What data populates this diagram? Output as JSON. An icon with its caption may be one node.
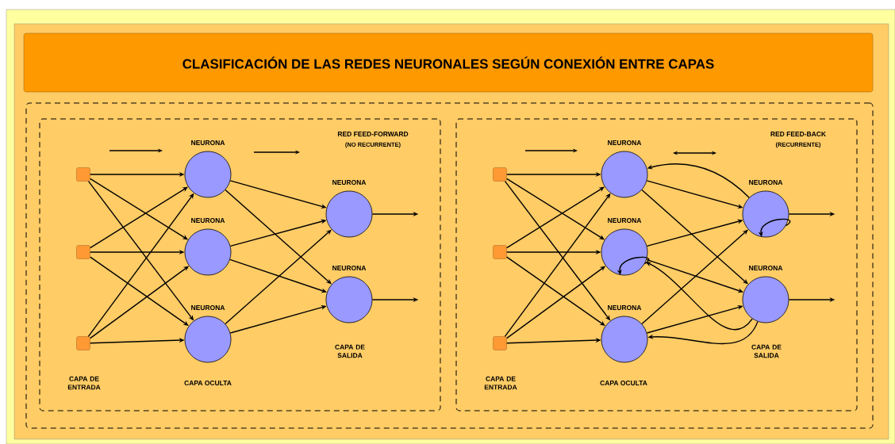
{
  "diagram": {
    "title": "CLASIFICACIÓN DE LAS REDES NEURONALES SEGÚN CONEXIÓN ENTRE CAPAS",
    "nodes": [
      {
        "text": [],
        "shape": "box"
      },
      {
        "text": [],
        "shape": "box",
        "in": 0
      },
      {
        "text": [],
        "shape": "box",
        "in": 1
      },
      {
        "text": [],
        "shape": "box",
        "in": 1
      },
      {
        "text": [],
        "shape": "box",
        "in": 1
      },
      {
        "text": [
          "NEURONA"
        ],
        "in": 1
      },
      {
        "text": [
          "NEURONA"
        ],
        "in": 1
      },
      {
        "text": [
          "NEURONA"
        ],
        "in": 1
      },
      {
        "text": [
          "NEURONA"
        ],
        "in": 1
      },
      {
        "text": [
          "NEURONA"
        ],
        "in": 1
      },
      {
        "text": [],
        "shape": "box",
        "in": 0
      },
      {
        "text": [],
        "shape": "box",
        "in": 10
      },
      {
        "text": [],
        "shape": "box",
        "in": 10
      },
      {
        "text": [],
        "shape": "box",
        "in": 10
      },
      {
        "text": [
          "NEURONA"
        ],
        "in": 10
      },
      {
        "text": [
          "NEURONA"
        ],
        "in": 10
      },
      {
        "text": [
          "NEURONA"
        ],
        "in": 10
      },
      {
        "text": [
          "NEURONA"
        ],
        "in": 10
      },
      {
        "text": [
          "NEURONA"
        ],
        "in": 10
      }
    ],
    "edges": [
      {
        "from": 2,
        "to": 5,
        "arrow": "to"
      },
      {
        "from": 2,
        "to": 6,
        "arrow": "to"
      },
      {
        "from": 2,
        "to": 7,
        "arrow": "to"
      },
      {
        "from": 3,
        "to": 5,
        "arrow": "to"
      },
      {
        "from": 3,
        "to": 6,
        "arrow": "to"
      },
      {
        "from": 3,
        "to": 7,
        "arrow": "to"
      },
      {
        "from": 4,
        "to": 5,
        "arrow": "to"
      },
      {
        "from": 4,
        "to": 6,
        "arrow": "to"
      },
      {
        "from": 4,
        "to": 7,
        "arrow": "to"
      },
      {
        "from": 5,
        "to": 8,
        "arrow": "to"
      },
      {
        "from": 5,
        "to": 9,
        "arrow": "to"
      },
      {
        "from": 6,
        "to": 8,
        "arrow": "to"
      },
      {
        "from": 6,
        "to": 9,
        "arrow": "to"
      },
      {
        "from": 7,
        "to": 8,
        "arrow": "to"
      },
      {
        "from": 7,
        "to": 9,
        "arrow": "to"
      },
      {
        "from": 8,
        "to": null,
        "arrow": "to"
      },
      {
        "from": 9,
        "to": null,
        "arrow": "to"
      },
      {
        "from": 11,
        "to": 14,
        "arrow": "to"
      },
      {
        "from": 11,
        "to": 15,
        "arrow": "to"
      },
      {
        "from": 11,
        "to": 16,
        "arrow": "to"
      },
      {
        "from": 12,
        "to": 14,
        "arrow": "to"
      },
      {
        "from": 12,
        "to": 15,
        "arrow": "to"
      },
      {
        "from": 12,
        "to": 16,
        "arrow": "to"
      },
      {
        "from": 13,
        "to": 14,
        "arrow": "to"
      },
      {
        "from": 13,
        "to": 15,
        "arrow": "to"
      },
      {
        "from": 13,
        "to": 16,
        "arrow": "to"
      },
      {
        "from": 14,
        "to": 17,
        "arrow": "to"
      },
      {
        "from": 14,
        "to": 18,
        "arrow": "to"
      },
      {
        "from": 15,
        "to": 17,
        "arrow": "to"
      },
      {
        "from": 15,
        "to": 18,
        "arrow": "to"
      },
      {
        "from": 16,
        "to": 17,
        "arrow": "to"
      },
      {
        "from": 16,
        "to": 18,
        "arrow": "to"
      },
      {
        "from": 17,
        "to": null,
        "arrow": "to"
      },
      {
        "from": 18,
        "to": null,
        "arrow": "to"
      },
      {
        "from": 17,
        "to": 14,
        "arrow": "to"
      },
      {
        "from": 15,
        "to": 15,
        "arrow": "to"
      },
      {
        "from": 17,
        "to": 17,
        "arrow": "to"
      },
      {
        "from": 18,
        "to": 15,
        "arrow": "to"
      },
      {
        "from": 18,
        "to": 16,
        "arrow": "to"
      }
    ],
    "labels": [
      "RED FEED-FORWARD",
      "(NO RECURRENTE)",
      "RED FEED-BACK",
      "(RECURRENTE)",
      "CAPA DE ENTRADA",
      "CAPA OCULTA",
      "CAPA DE SALIDA",
      "CAPA DE ENTRADA",
      "CAPA OCULTA",
      "CAPA DE SALIDA"
    ]
  }
}
